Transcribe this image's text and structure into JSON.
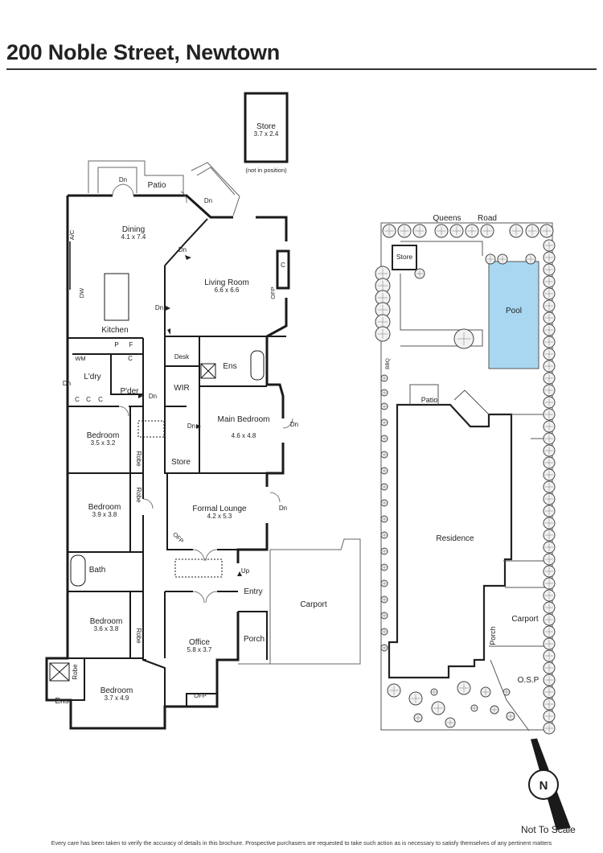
{
  "title": "200 Noble Street, Newtown",
  "footer": {
    "not_to_scale": "Not To Scale",
    "disclaimer": "Every care has been taken to verify the accuracy of details in this brochure. Prospective purchasers are requested to take such action as is necessary to satisfy themselves of any pertinent matters"
  },
  "compass": {
    "letter": "N"
  },
  "floorplan": {
    "store": {
      "name": "Store",
      "dims": "3.7 x 2.4",
      "note": "(not in position)"
    },
    "patio": "Patio",
    "dining": {
      "name": "Dining",
      "dims": "4.1 x 7.4"
    },
    "living": {
      "name": "Living Room",
      "dims": "6.6 x 6.6"
    },
    "kitchen": "Kitchen",
    "ldry": "L'dry",
    "pder": "P'der",
    "wm": "WM",
    "dw": "DW",
    "ac": "A/C",
    "desk": "Desk",
    "ens": "Ens",
    "wir": "WIR",
    "main_bed": {
      "name": "Main Bedroom",
      "dims": "4.6 x 4.8"
    },
    "bed1": {
      "name": "Bedroom",
      "dims": "3.5 x 3.2"
    },
    "bed2": {
      "name": "Bedroom",
      "dims": "3.9 x 3.8"
    },
    "bed3": {
      "name": "Bedroom",
      "dims": "3.6 x 3.8"
    },
    "bed4": {
      "name": "Bedroom",
      "dims": "3.7 x 4.9"
    },
    "robe": "Robe",
    "store_small": "Store",
    "formal": {
      "name": "Formal Lounge",
      "dims": "4.2 x 5.3"
    },
    "bath": "Bath",
    "entry": "Entry",
    "carport": "Carport",
    "office": {
      "name": "Office",
      "dims": "5.8 x 3.7"
    },
    "porch": "Porch",
    "ofp": "OFP",
    "dn": "Dn",
    "up": "Up",
    "p": "P",
    "f": "F",
    "c": "C"
  },
  "siteplan": {
    "street": [
      "Queens",
      "Road"
    ],
    "store": "Store",
    "pool": "Pool",
    "bbq": "BBQ",
    "patio": "Patio",
    "residence": "Residence",
    "carport": "Carport",
    "porch": "Porch",
    "osp": "O.S.P"
  },
  "colors": {
    "pool": "#a9d7f2",
    "wall": "#1a1a1a",
    "line": "#555555"
  }
}
